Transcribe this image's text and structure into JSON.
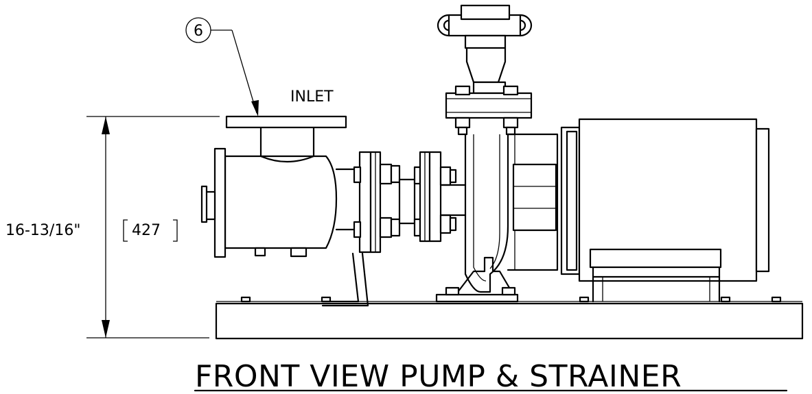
{
  "balloon": {
    "number": "6"
  },
  "labels": {
    "inlet": "INLET"
  },
  "dimension": {
    "imperial": "16-13/16\"",
    "metric": "427"
  },
  "title": "FRONT VIEW PUMP & STRAINER",
  "colors": {
    "line": "#000000",
    "background": "#ffffff"
  }
}
